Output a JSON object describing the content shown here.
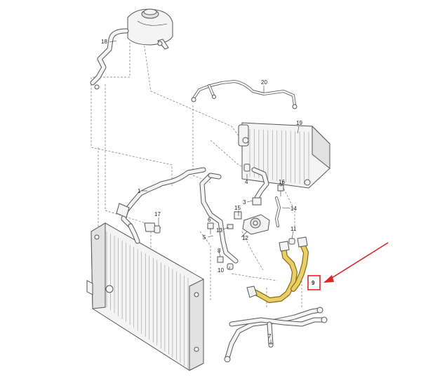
{
  "diagram": {
    "callouts": {
      "c1": "1",
      "c3": "3",
      "c4": "4",
      "c5": "5",
      "c6": "6",
      "c7": "7",
      "c8": "8",
      "c9": "9",
      "c10": "10",
      "c11": "11",
      "c12": "12",
      "c13": "13",
      "c14": "14",
      "c15": "15",
      "c16": "16",
      "c17": "17",
      "c18": "18",
      "c19": "19",
      "c20": "20"
    },
    "highlight": {
      "part": "9",
      "box_color": "#d62828",
      "arrow_color": "#d62828",
      "hose_color": "#e8cf6a"
    }
  }
}
